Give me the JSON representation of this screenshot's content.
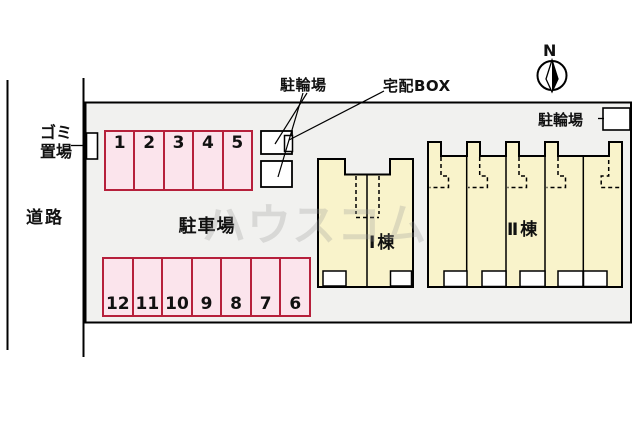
{
  "compass": {
    "north_label": "N"
  },
  "road": {
    "label": "道路"
  },
  "garbage_area": {
    "label_line1": "ゴミ",
    "label_line2": "置場"
  },
  "parking": {
    "label": "駐車場",
    "top_row": [
      "1",
      "2",
      "3",
      "4",
      "5"
    ],
    "bottom_row": [
      "12",
      "11",
      "10",
      "9",
      "8",
      "7",
      "6"
    ]
  },
  "bicycle_parking": {
    "label_top": "駐輪場",
    "label_right": "駐輪場"
  },
  "delivery_box": {
    "label": "宅配BOX"
  },
  "buildings": [
    {
      "label": "Ⅰ棟"
    },
    {
      "label": "Ⅱ棟"
    }
  ],
  "watermark": "ハウスコム",
  "colors": {
    "site_fill": "#f1f1ef",
    "parking_fill": "#fbe4ec",
    "parking_border": "#b6203b",
    "building_fill": "#f9f3cb",
    "line": "#000000"
  }
}
